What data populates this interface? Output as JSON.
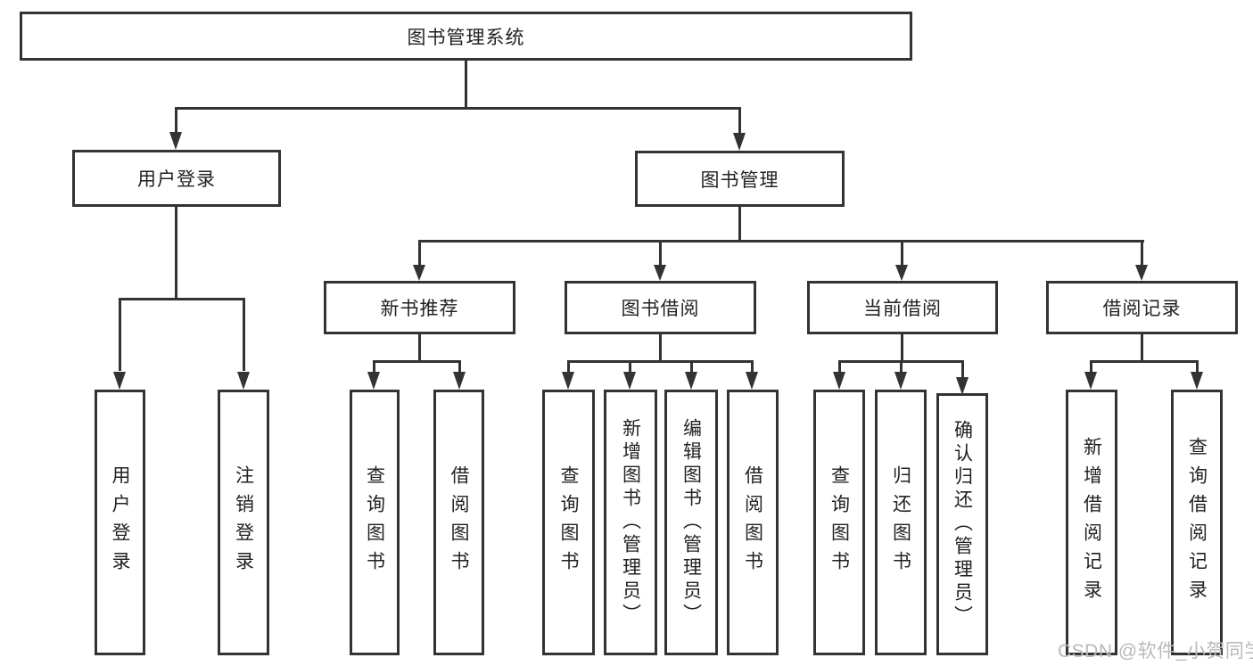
{
  "diagram_title": "图书管理系统",
  "tree": {
    "root": {
      "label": "图书管理系统"
    },
    "branches": [
      {
        "label": "用户登录",
        "children": [
          {
            "label": "用户登录"
          },
          {
            "label": "注销登录"
          }
        ]
      },
      {
        "label": "图书管理",
        "children": [
          {
            "label": "新书推荐",
            "children": [
              {
                "label": "查询图书"
              },
              {
                "label": "借阅图书"
              }
            ]
          },
          {
            "label": "图书借阅",
            "children": [
              {
                "label": "查询图书"
              },
              {
                "label": "新增图书（管理员）"
              },
              {
                "label": "编辑图书（管理员）"
              },
              {
                "label": "借阅图书"
              }
            ]
          },
          {
            "label": "当前借阅",
            "children": [
              {
                "label": "查询图书"
              },
              {
                "label": "归还图书"
              },
              {
                "label": "确认归还（管理员）"
              }
            ]
          },
          {
            "label": "借阅记录",
            "children": [
              {
                "label": "新增借阅记录"
              },
              {
                "label": "查询借阅记录"
              }
            ]
          }
        ]
      }
    ]
  },
  "watermark": {
    "text": "CSDN @软件_小贺同学"
  },
  "colors": {
    "line": "#333333",
    "box_border": "#333333",
    "text": "#222222",
    "watermark": "#b9b9b9",
    "background": "#ffffff"
  }
}
